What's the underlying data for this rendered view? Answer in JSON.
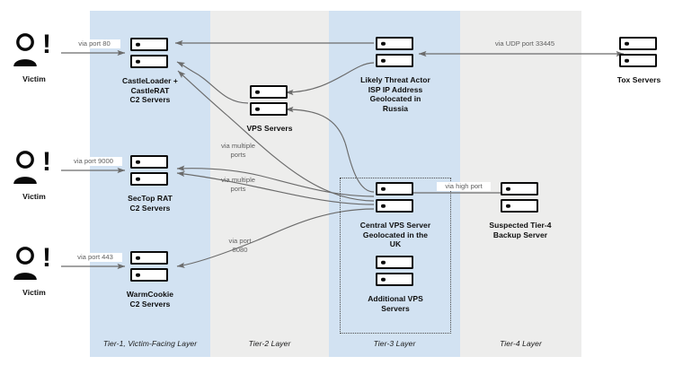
{
  "diagram": {
    "title": "Multi-tier C2 infrastructure diagram",
    "colors": {
      "band_blue": "#d2e2f2",
      "band_gray": "#ededec",
      "edge": "#6b6b6b",
      "node_stroke": "#0a0a0a",
      "label_text": "#606060"
    }
  },
  "tiers": [
    {
      "id": "tier-1",
      "label": "Tier-1, Victim-Facing Layer",
      "shade": "blue"
    },
    {
      "id": "tier-2",
      "label": "Tier-2 Layer",
      "shade": "gray"
    },
    {
      "id": "tier-3",
      "label": "Tier-3 Layer",
      "shade": "blue"
    },
    {
      "id": "tier-4",
      "label": "Tier-4 Layer",
      "shade": "gray"
    }
  ],
  "victims": [
    {
      "id": "victim-1",
      "label": "Victim",
      "icon": "victim-person-alert-icon"
    },
    {
      "id": "victim-2",
      "label": "Victim",
      "icon": "victim-person-alert-icon"
    },
    {
      "id": "victim-3",
      "label": "Victim",
      "icon": "victim-person-alert-icon"
    }
  ],
  "nodes": [
    {
      "id": "castleloader-c2",
      "label": "CastleLoader +\nCastleRAT\nC2 Servers",
      "icon": "server-stack-icon"
    },
    {
      "id": "sectop-c2",
      "label": "SecTop RAT\nC2 Servers",
      "icon": "server-stack-icon"
    },
    {
      "id": "warmcookie-c2",
      "label": "WarmCookie\nC2 Servers",
      "icon": "server-stack-icon"
    },
    {
      "id": "vps-servers",
      "label": "VPS Servers",
      "icon": "server-stack-icon"
    },
    {
      "id": "threat-actor",
      "label": "Likely Threat Actor\nISP IP Address\nGeolocated in\nRussia",
      "icon": "server-stack-icon"
    },
    {
      "id": "central-vps",
      "label": "Central VPS Server\nGeolocated in the\nUK",
      "icon": "server-stack-icon"
    },
    {
      "id": "additional-vps",
      "label": "Additional VPS\nServers",
      "icon": "server-stack-icon"
    },
    {
      "id": "tier4-backup",
      "label": "Suspected Tier-4\nBackup Server",
      "icon": "server-stack-icon"
    },
    {
      "id": "tox-servers",
      "label": "Tox Servers",
      "icon": "server-stack-icon"
    }
  ],
  "edges": [
    {
      "id": "e-victim1-castleloader",
      "from": "victim-1",
      "to": "castleloader-c2",
      "label": "via port 80"
    },
    {
      "id": "e-victim2-sectop",
      "from": "victim-2",
      "to": "sectop-c2",
      "label": "via port 9000"
    },
    {
      "id": "e-victim3-warmcookie",
      "from": "victim-3",
      "to": "warmcookie-c2",
      "label": "via port 443"
    },
    {
      "id": "e-threat-castleloader",
      "from": "threat-actor",
      "to": "castleloader-c2",
      "label": ""
    },
    {
      "id": "e-threat-vps",
      "from": "threat-actor",
      "to": "vps-servers",
      "label": ""
    },
    {
      "id": "e-centralvps-vps",
      "from": "central-vps",
      "to": "vps-servers",
      "label": ""
    },
    {
      "id": "e-vps-castleloader",
      "from": "vps-servers",
      "to": "castleloader-c2",
      "label": ""
    },
    {
      "id": "e-centralvps-castleloader",
      "from": "central-vps",
      "to": "castleloader-c2",
      "label": ""
    },
    {
      "id": "e-centralvps-sectop-a",
      "from": "central-vps",
      "to": "sectop-c2",
      "label": "via multiple\nports"
    },
    {
      "id": "e-centralvps-sectop-b",
      "from": "central-vps",
      "to": "sectop-c2",
      "label": "via multiple\nports"
    },
    {
      "id": "e-centralvps-warmcookie",
      "from": "central-vps",
      "to": "warmcookie-c2",
      "label": "via port\n8080"
    },
    {
      "id": "e-centralvps-backup",
      "from": "central-vps",
      "to": "tier4-backup",
      "label": "via high port"
    },
    {
      "id": "e-threat-tox",
      "from": "threat-actor",
      "to": "tox-servers",
      "label": "via UDP port 33445",
      "bidirectional": true
    }
  ],
  "labels": {
    "via_port_80": "via port 80",
    "via_port_9000": "via port 9000",
    "via_port_443": "via port 443",
    "via_multiple_ports_1": "via multiple\nports",
    "via_multiple_ports_2": "via multiple\nports",
    "via_port_8080": "via port\n8080",
    "via_high_port": "via high port",
    "via_udp_33445": "via UDP port 33445"
  }
}
